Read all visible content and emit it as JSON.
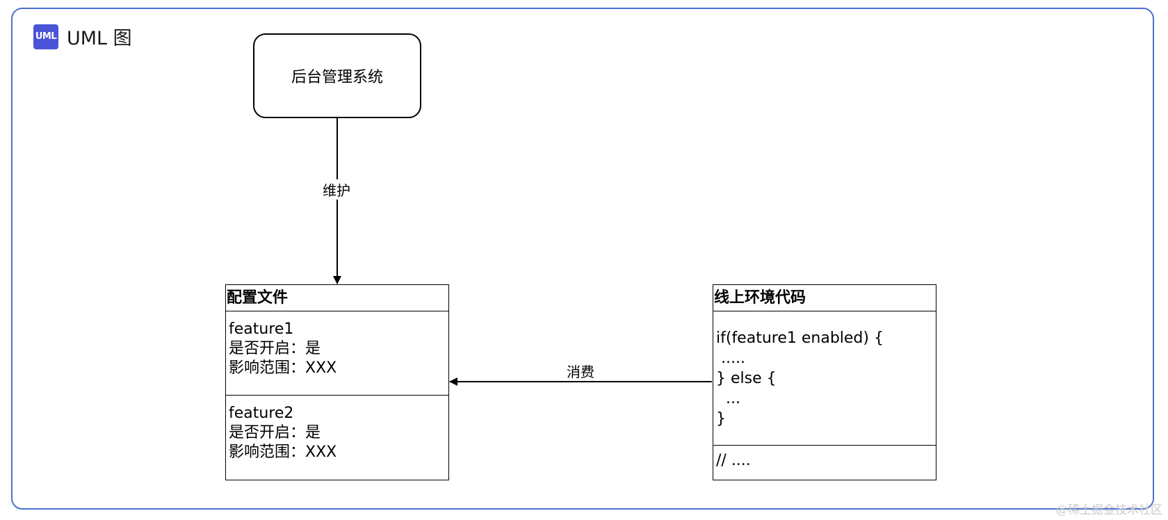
{
  "header": {
    "icon_text": "UML",
    "title": "UML 图",
    "icon_color": "#4b54d8"
  },
  "frame": {
    "border_color": "#4a6fce"
  },
  "nodes": {
    "admin": {
      "label": "后台管理系统"
    },
    "config": {
      "title": "配置文件",
      "sections": [
        "feature1\n是否开启：是\n影响范围：XXX",
        "feature2\n是否开启：是\n影响范围：XXX"
      ]
    },
    "code": {
      "title": "线上环境代码",
      "sections": [
        "if(feature1 enabled) {\n .....\n} else {\n  ...\n}",
        "// ...."
      ]
    }
  },
  "edges": {
    "maintain": {
      "from": "admin",
      "to": "config",
      "label": "维护"
    },
    "consume": {
      "from": "code",
      "to": "config",
      "label": "消费"
    }
  },
  "watermark": "@稀土掘金技术社区"
}
